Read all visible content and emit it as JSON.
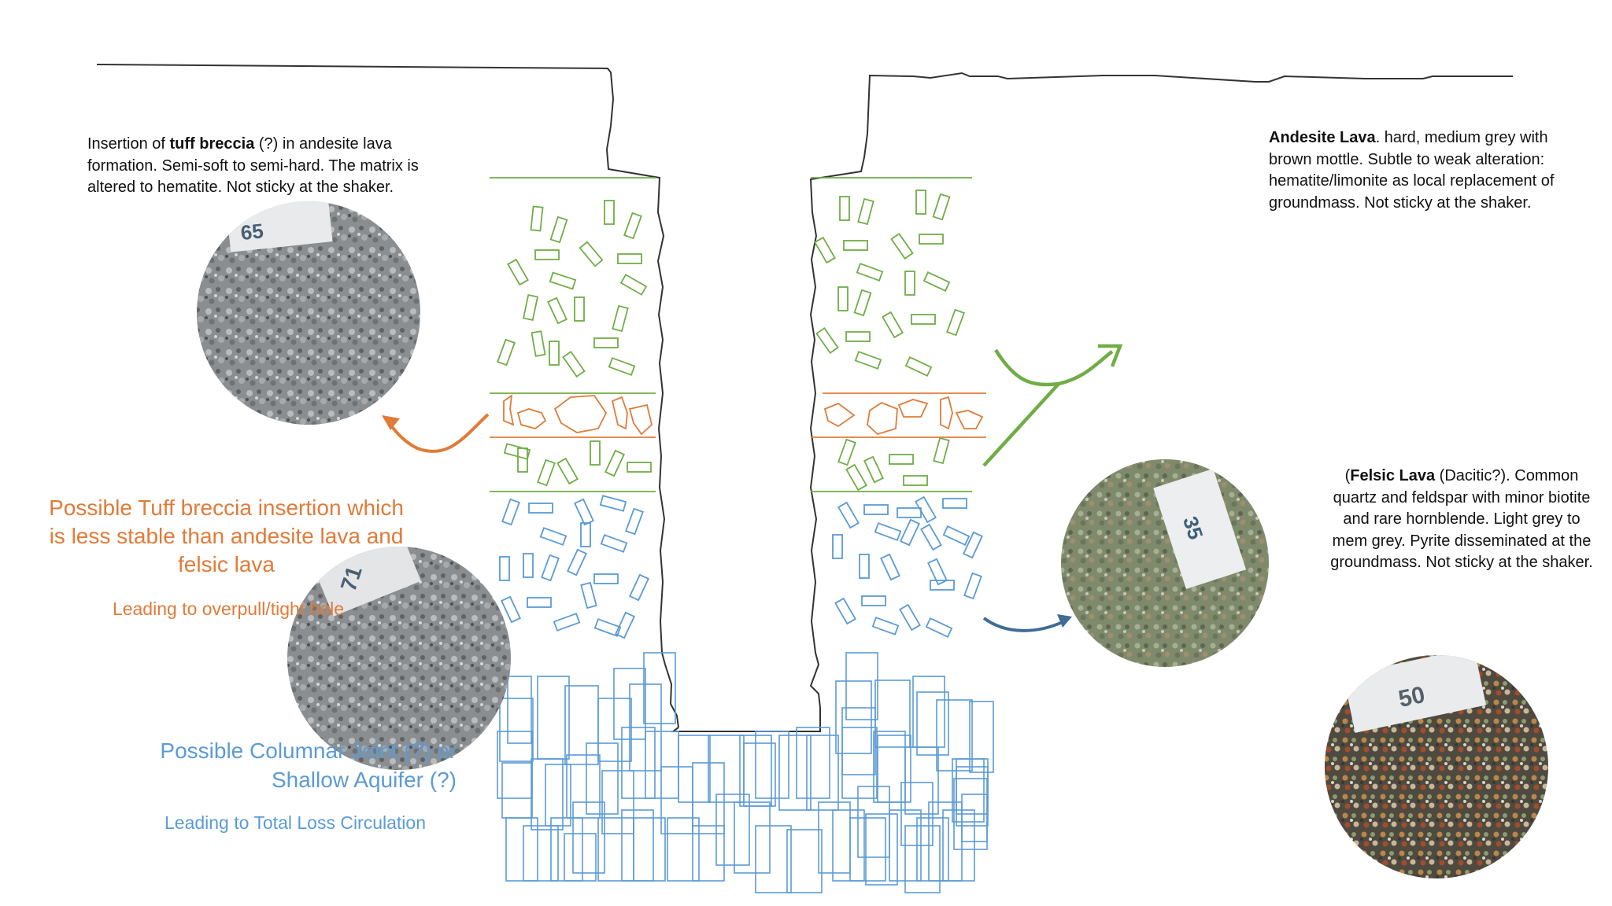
{
  "annotations": {
    "tuff_breccia_note": {
      "prefix": "Insertion of ",
      "bold": "tuff breccia",
      "rest": " (?) in andesite lava formation. Semi-soft to semi-hard. The matrix is altered to hematite. Not sticky at the shaker."
    },
    "andesite_note": {
      "bold": "Andesite Lava",
      "rest": ". hard, medium grey with brown mottle. Subtle to weak alteration: hematite/limonite as local replacement of groundmass. Not sticky at the shaker."
    },
    "felsic_note": {
      "open": "(",
      "bold": "Felsic Lava",
      "rest": " (Dacitic?). Common quartz and feldspar with minor biotite and rare hornblende. Light grey to mem grey.  Pyrite disseminated at the groundmass. Not sticky at the shaker."
    },
    "tuff_risk_title": "Possible Tuff breccia insertion which is less stable than andesite lava and felsic lava",
    "tuff_risk_sub": "Leading to overpull/tight hole",
    "aquifer_title": "Possible Columnar Joint (?) or Shallow Aquifer (?)",
    "aquifer_sub": "Leading to Total Loss Circulation"
  },
  "sample_photos": [
    {
      "label": "65"
    },
    {
      "label": "71"
    },
    {
      "label": "35"
    },
    {
      "label": "50"
    }
  ],
  "colors": {
    "andesite": "#70ad47",
    "tuff_breccia": "#e07b39",
    "felsic": "#5b9bd5",
    "columnar": "#5b9bd5",
    "arrow_felsic": "#3f6d96",
    "outline": "#333333"
  },
  "icons": [
    "curved-arrow-left-icon",
    "forked-arrow-up-right-icon",
    "curved-arrow-right-icon"
  ]
}
